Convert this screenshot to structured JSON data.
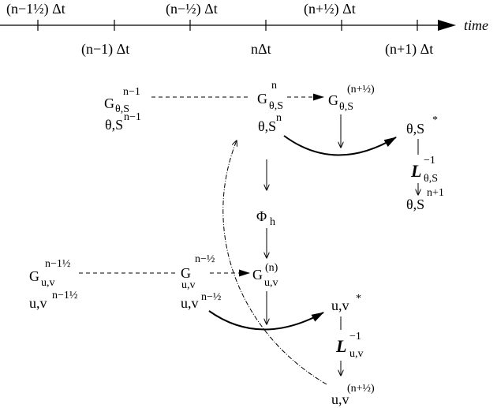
{
  "timeline": {
    "axis_label": "time",
    "top_ticks": [
      "(n−1½) Δt",
      "(n−½) Δt",
      "(n+½) Δt"
    ],
    "bottom_ticks": [
      "(n−1) Δt",
      "nΔt",
      "(n+1) Δt"
    ]
  },
  "nodes": {
    "G_theta_S_nm1": {
      "base": "G",
      "sub": "θ,S",
      "sup": "n−1"
    },
    "theta_S_nm1": {
      "base": "θ,S",
      "sup": "n−1"
    },
    "G_theta_S_n": {
      "base": "G",
      "sub": "θ,S",
      "sup": "n"
    },
    "theta_S_n": {
      "base": "θ,S",
      "sup": "n"
    },
    "G_theta_S_nph": {
      "base": "G",
      "sub": "θ,S",
      "sup": "(n+½)"
    },
    "theta_S_star": {
      "base": "θ,S",
      "sup": "*"
    },
    "L_theta_S": {
      "base": "L",
      "sub": "θ,S",
      "sup": "−1"
    },
    "theta_S_np1": {
      "base": "θ,S",
      "sup": "n+1"
    },
    "Phi_h": {
      "base": "Φ",
      "sub": "h"
    },
    "G_uv_nm1h": {
      "base": "G",
      "sub": "u,v",
      "sup": "n−1½"
    },
    "uv_nm1h": {
      "base": "u,v",
      "sup": "n−1½"
    },
    "G_uv_nmh": {
      "base": "G",
      "sub": "u,v",
      "sup": "n−½"
    },
    "uv_nmh": {
      "base": "u,v",
      "sup": "n−½"
    },
    "G_uv_n": {
      "base": "G",
      "sub": "u,v",
      "sup": "(n)"
    },
    "uv_star": {
      "base": "u,v",
      "sup": "*"
    },
    "L_uv": {
      "base": "L",
      "sub": "u,v",
      "sup": "−1"
    },
    "uv_nph": {
      "base": "u,v",
      "sup": "(n+½)"
    }
  }
}
